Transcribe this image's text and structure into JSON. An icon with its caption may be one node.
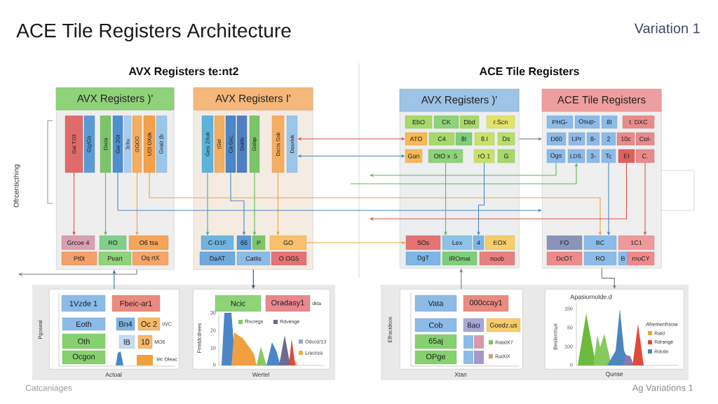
{
  "diagram": {
    "title": "ACE Tile Registers Architecture",
    "nodes": [
      {
        "text": [
          "AVX Registers )'"
        ]
      },
      {
        "text": [
          "AVX Registers I'"
        ]
      },
      {
        "text": [
          "AVX Registers )'"
        ]
      },
      {
        "text": [
          "ACE Tile Registers"
        ]
      },
      {
        "text": [
          "Gal T:03"
        ],
        "in": 0
      },
      {
        "text": [
          "Gig!Gb"
        ],
        "in": 0
      },
      {
        "text": [
          "Dxda"
        ],
        "in": 0
      },
      {
        "text": [
          "Gar 2Gt"
        ],
        "in": 0
      },
      {
        "text": [
          "3cbu"
        ],
        "in": 0
      },
      {
        "text": [
          "GGOD"
        ],
        "in": 0
      },
      {
        "text": [
          "UDI OXdk"
        ],
        "in": 0
      },
      {
        "text": [
          "Gxaiz (b"
        ],
        "in": 0
      },
      {
        "text": [
          "Grcoe 4"
        ],
        "in": 0
      },
      {
        "text": [
          "RO"
        ],
        "in": 0
      },
      {
        "text": [
          "O6 tsa"
        ],
        "in": 0
      },
      {
        "text": [
          "Pt0t"
        ],
        "in": 0
      },
      {
        "text": [
          "Peart"
        ],
        "in": 0
      },
      {
        "text": [
          "Oq rtX"
        ],
        "in": 0
      },
      {
        "text": [
          "Gesi 2Xuk"
        ],
        "in": 1
      },
      {
        "text": [
          "(Gid"
        ],
        "in": 1
      },
      {
        "text": [
          "Ca GxL"
        ],
        "in": 1
      },
      {
        "text": [
          "Dxklb"
        ],
        "in": 1
      },
      {
        "text": [
          "Gslap"
        ],
        "in": 1
      },
      {
        "text": [
          "Dxcts Gsk"
        ],
        "in": 1
      },
      {
        "text": [
          "Dasxlxk"
        ],
        "in": 1
      },
      {
        "text": [
          "C-D1F"
        ],
        "in": 1
      },
      {
        "text": [
          "66"
        ],
        "in": 1
      },
      {
        "text": [
          "P"
        ],
        "in": 1
      },
      {
        "text": [
          "GO"
        ],
        "in": 1
      },
      {
        "text": [
          "DaAT"
        ],
        "in": 1
      },
      {
        "text": [
          "Catlis"
        ],
        "in": 1
      },
      {
        "text": [
          "O OG5"
        ],
        "in": 1
      },
      {
        "text": [
          "EbO"
        ],
        "in": 2
      },
      {
        "text": [
          "CK"
        ],
        "in": 2
      },
      {
        "text": [
          "Dbd"
        ],
        "in": 2
      },
      {
        "text": [
          "r.Scn"
        ],
        "in": 2
      },
      {
        "text": [
          "ATO"
        ],
        "in": 2
      },
      {
        "text": [
          "C4"
        ],
        "in": 2
      },
      {
        "text": [
          "8I"
        ],
        "in": 2
      },
      {
        "text": [
          "8.I"
        ],
        "in": 2
      },
      {
        "text": [
          "Ds"
        ],
        "in": 2
      },
      {
        "text": [
          "Gan"
        ],
        "in": 2
      },
      {
        "text": [
          "OtO x .5"
        ],
        "in": 2
      },
      {
        "text": [
          "rO.1"
        ],
        "in": 2
      },
      {
        "text": [
          "G"
        ],
        "in": 2
      },
      {
        "text": [
          "SOs"
        ],
        "in": 2
      },
      {
        "text": [
          "Lex"
        ],
        "in": 2
      },
      {
        "text": [
          "4"
        ],
        "in": 2
      },
      {
        "text": [
          "EOX"
        ],
        "in": 2
      },
      {
        "text": [
          "DgT"
        ],
        "in": 2
      },
      {
        "text": [
          "IROmai"
        ],
        "in": 2
      },
      {
        "text": [
          "noob"
        ],
        "in": 2
      },
      {
        "text": [
          "PHG-"
        ],
        "in": 3
      },
      {
        "text": [
          "Osup-"
        ],
        "in": 3
      },
      {
        "text": [
          "8I"
        ],
        "in": 3
      },
      {
        "text": [
          "I. DXC"
        ],
        "in": 3
      },
      {
        "text": [
          "D60"
        ],
        "in": 3
      },
      {
        "text": [
          "LPr"
        ],
        "in": 3
      },
      {
        "text": [
          "8-"
        ],
        "in": 3
      },
      {
        "text": [
          "2"
        ],
        "in": 3
      },
      {
        "text": [
          "10c"
        ],
        "in": 3
      },
      {
        "text": [
          "Col-"
        ],
        "in": 3
      },
      {
        "text": [
          "Ogs"
        ],
        "in": 3
      },
      {
        "text": [
          "LDS."
        ],
        "in": 3
      },
      {
        "text": [
          "3-"
        ],
        "in": 3
      },
      {
        "text": [
          "Tc"
        ],
        "in": 3
      },
      {
        "text": [
          "EI"
        ],
        "in": 3
      },
      {
        "text": [
          "C."
        ],
        "in": 3
      },
      {
        "text": [
          "FO"
        ],
        "in": 3
      },
      {
        "text": [
          "BC"
        ],
        "in": 3
      },
      {
        "text": [
          "1C1"
        ],
        "in": 3
      },
      {
        "text": [
          "DcOT"
        ],
        "in": 3
      },
      {
        "text": [
          "RO"
        ],
        "in": 3
      },
      {
        "text": [
          "B"
        ],
        "in": 3
      },
      {
        "text": [
          "rnoCY"
        ],
        "in": 3
      },
      {
        "text": [
          "Pgoseal",
          "Actoal"
        ]
      },
      {
        "text": [
          "1Vzde 1"
        ],
        "in": 75
      },
      {
        "text": [
          "Fbeic-ar1"
        ],
        "in": 75
      },
      {
        "text": [
          "Eoth"
        ],
        "in": 75
      },
      {
        "text": [
          "Oth"
        ],
        "in": 75
      },
      {
        "text": [
          "Ocgon"
        ],
        "in": 75
      },
      {
        "text": [
          "Bn4"
        ],
        "in": 75
      },
      {
        "text": [
          "Oc 2"
        ],
        "beside": [
          "0VC"
        ],
        "in": 75
      },
      {
        "text": [
          "lB"
        ],
        "in": 75
      },
      {
        "text": [
          "10"
        ],
        "beside": [
          "MO6"
        ],
        "in": 75
      },
      {
        "text": [
          "Prmtdcdrees",
          "Wertel"
        ]
      },
      {
        "text": [
          "Ncic"
        ],
        "in": 85
      },
      {
        "text": [
          "Oradasy1"
        ],
        "beside": [
          "dkla"
        ],
        "in": 85
      },
      {
        "text": [
          "Elfracidoos",
          "Xtan"
        ]
      },
      {
        "text": [
          "Vata"
        ],
        "in": 88
      },
      {
        "text": [
          "000ccay1"
        ],
        "in": 88
      },
      {
        "text": [
          "Cob"
        ],
        "in": 88
      },
      {
        "text": [
          "65aj"
        ],
        "in": 88
      },
      {
        "text": [
          "OPge"
        ],
        "in": 88
      },
      {
        "text": [
          "8ao"
        ],
        "in": 88
      },
      {
        "text": [
          "Goedz.us"
        ],
        "in": 88
      },
      {
        "text": [
          "Apasiomolde.d",
          "Brnilnntitun",
          "Qunse"
        ]
      }
    ],
    "edges": [
      {
        "from": 4,
        "to": 12,
        "arrow": "to",
        "color": "#d9534f"
      },
      {
        "from": 6,
        "to": 13,
        "arrow": "to",
        "color": "#5cb85c"
      },
      {
        "from": 9,
        "to": 14,
        "arrow": "to",
        "color": "#f0a040"
      },
      {
        "from": 18,
        "to": 25,
        "arrow": "to",
        "color": "#3aa6b9"
      },
      {
        "from": 20,
        "to": 26,
        "arrow": "to",
        "color": "#4a86c8"
      },
      {
        "from": 22,
        "to": 27,
        "arrow": "to",
        "color": "#5cb85c"
      },
      {
        "from": 23,
        "to": 28,
        "arrow": "to",
        "color": "#f0a040"
      },
      {
        "from": 24,
        "to": 36,
        "arrow": "both",
        "color": "#d9534f"
      },
      {
        "from": 24,
        "to": 41,
        "arrow": "both",
        "color": "#4a86c8"
      },
      {
        "from": 2,
        "to": 3,
        "arrow": "to"
      },
      {
        "from": 28,
        "to": 45,
        "arrow": "to",
        "color": "#f0a040"
      },
      {
        "from": 62,
        "to": null,
        "arrow": "to",
        "color": "#5cb85c"
      },
      {
        "from": 7,
        "to": 3,
        "arrow": "to",
        "color": "#4a86c8"
      },
      {
        "from": 10,
        "to": 69,
        "arrow": "to",
        "color": "#f0a040"
      },
      {
        "from": 66,
        "to": null,
        "arrow": "to",
        "color": "#d9534f"
      },
      {
        "from": null,
        "to": 63,
        "arrow": "to",
        "color": "#5cb85c"
      },
      {
        "from": 42,
        "to": 46,
        "arrow": "to",
        "color": "#5cb85c"
      },
      {
        "from": 43,
        "to": 47,
        "arrow": "to",
        "color": "#4a86c8"
      },
      {
        "from": 65,
        "to": 69,
        "arrow": "to",
        "color": "#4a86c8"
      },
      {
        "from": 67,
        "to": 70,
        "arrow": "to",
        "color": "#d9534f"
      },
      {
        "from": 75,
        "to": 0,
        "arrow": "to",
        "color": "#3a6fb5"
      },
      {
        "from": 1,
        "to": 85,
        "arrow": "to",
        "color": "#2e4a7a"
      },
      {
        "from": 88,
        "to": 2,
        "arrow": "to"
      },
      {
        "from": 3,
        "to": 96,
        "arrow": "to"
      },
      {
        "from": 0,
        "to": null,
        "arrow": "to"
      }
    ],
    "labels": [
      "Variation 1",
      "AVX Registers te:nt2",
      "ACE Tile Registers",
      "Ofrcenticthing",
      "Mc Oleac",
      "30",
      "20",
      "10",
      "0",
      "150",
      "50",
      "100",
      "0",
      "Ahemenhsow",
      "Catcaniages",
      "Ag Variations 1"
    ],
    "legend": [
      {
        "text": "Rncregs",
        "color": "#86c95e"
      },
      {
        "text": "Rdvenge",
        "color": "#6c6a8e"
      },
      {
        "text": "Odcc0/13",
        "color": "#9aa8cc"
      },
      {
        "text": "Lracoza",
        "color": "#f0b040"
      },
      {
        "text": "Ra6dX7",
        "color": "#7cc45a"
      },
      {
        "text": "Ra00X",
        "color": "#d8a070"
      },
      {
        "text": "Ratd",
        "color": "#e8a838"
      },
      {
        "text": "Rdrange",
        "color": "#e04a3a"
      },
      {
        "text": "Rdcdo",
        "color": "#4a86c0"
      }
    ]
  }
}
